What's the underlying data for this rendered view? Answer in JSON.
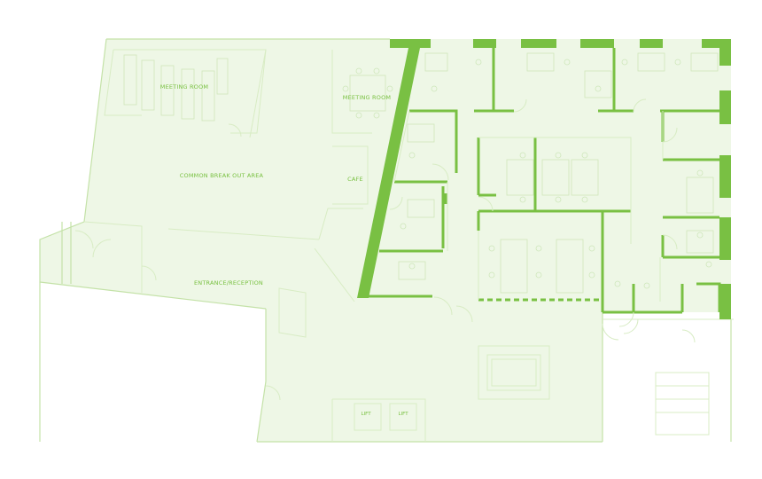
{
  "colors": {
    "floor": "#eef7e6",
    "wall_light": "#d8ecc4",
    "accent": "#79c043",
    "label": "#78c040",
    "background": "#ffffff"
  },
  "labels": {
    "meeting_room_1": "MEETING ROOM",
    "meeting_room_2": "MEETING ROOM",
    "common_area": "COMMON BREAK OUT AREA",
    "cafe": "CAFE",
    "entrance": "ENTRANCE/RECEPTION",
    "lift_1": "LIFT",
    "lift_2": "LIFT"
  }
}
